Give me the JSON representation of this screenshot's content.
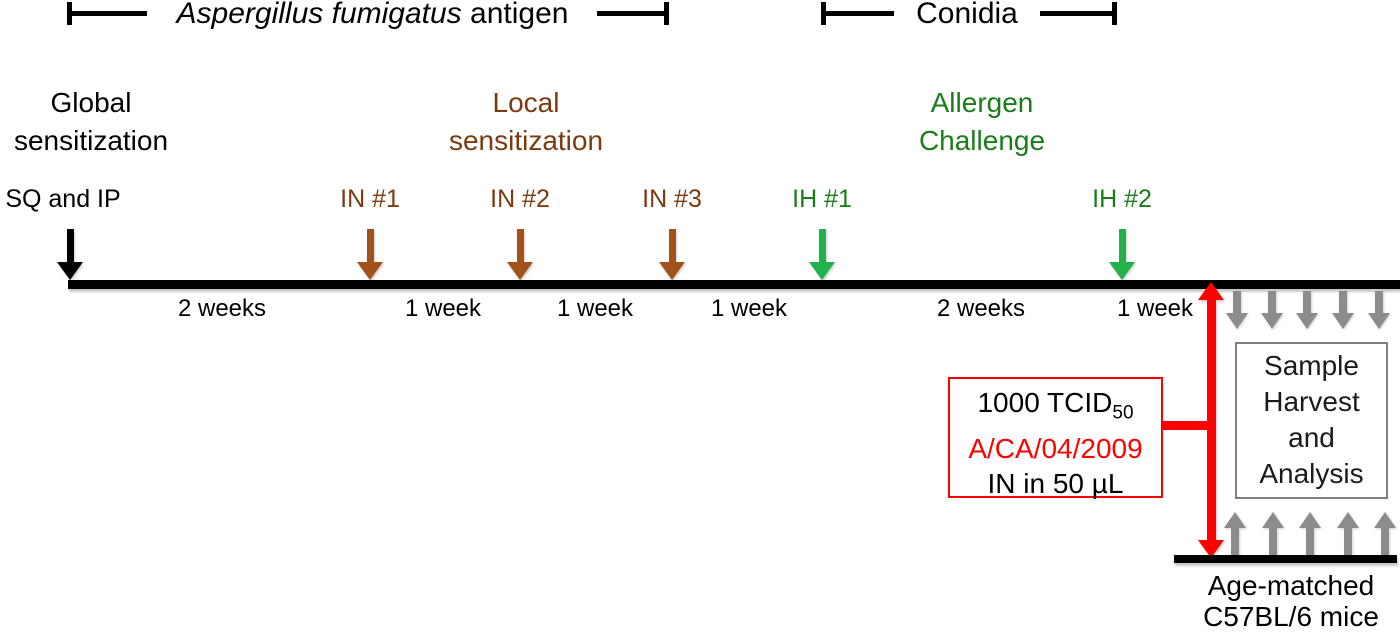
{
  "figure": "Mouse fungal-asthma influenza infection experimental timeline",
  "colors": {
    "ink": "#000000",
    "brown-label": "#7C3A10",
    "brown-arrow": "#A0521A",
    "green-label": "#1A7C1A",
    "green-arrow": "#21B24C",
    "red": "#FF0000",
    "gray-arrow": "#8C8C8C",
    "box-border": "#7F7F7F"
  },
  "brackets": [
    {
      "label_italic": "Aspergillus fumigatus",
      "label_rest": " antigen"
    },
    {
      "label": "Conidia"
    }
  ],
  "phases": [
    {
      "line1": "Global",
      "line2": "sensitization"
    },
    {
      "line1": "Local",
      "line2": "sensitization"
    },
    {
      "line1": "Allergen",
      "line2": "Challenge"
    }
  ],
  "events": [
    {
      "label": "SQ and IP"
    },
    {
      "label": "IN #1"
    },
    {
      "label": "IN #2"
    },
    {
      "label": "IN #3"
    },
    {
      "label": "IH #1"
    },
    {
      "label": "IH #2"
    }
  ],
  "timeline": {
    "intervals": [
      "2 weeks",
      "1 week",
      "1 week",
      "1 week",
      "2 weeks",
      "1 week"
    ]
  },
  "infection_box": {
    "line1": "1000 TCID",
    "line1_sub": "50",
    "line2": "A/CA/04/2009",
    "line3": "IN in 50 µL"
  },
  "harvest_box": {
    "lines": [
      "Sample",
      "Harvest",
      "and",
      "Analysis"
    ]
  },
  "control_label": {
    "line1": "Age-matched",
    "line2": "C57BL/6 mice"
  }
}
